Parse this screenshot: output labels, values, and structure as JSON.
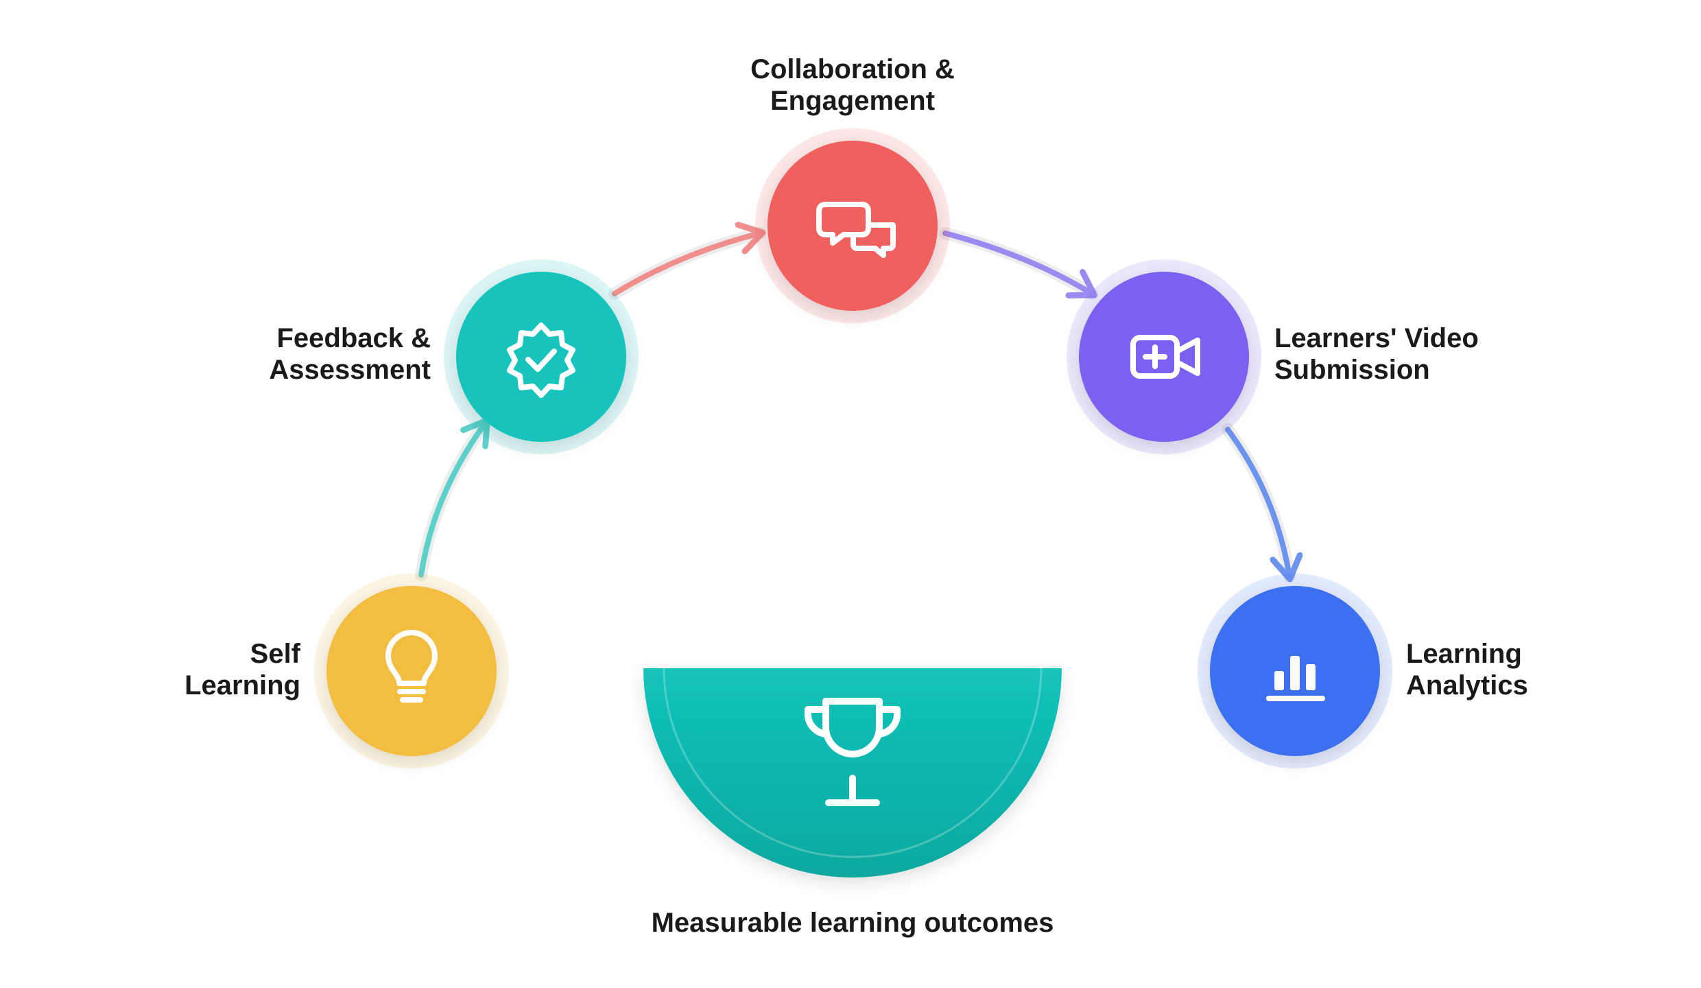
{
  "steps": {
    "self_learning": {
      "line1": "Self",
      "line2": "Learning",
      "color": "#F2BD40",
      "icon": "lightbulb-icon"
    },
    "feedback": {
      "line1": "Feedback &",
      "line2": "Assessment",
      "color": "#12C4BB",
      "icon": "verified-badge-icon"
    },
    "collaboration": {
      "line1": "Collaboration &",
      "line2": "Engagement",
      "color": "#F0605E",
      "icon": "chat-bubbles-icon"
    },
    "video_submission": {
      "line1": "Learners' Video",
      "line2": "Submission",
      "color": "#7B61F0",
      "icon": "video-add-icon"
    },
    "analytics": {
      "line1": "Learning",
      "line2": "Analytics",
      "color": "#3E6FF0",
      "icon": "bar-chart-icon"
    }
  },
  "outcome": {
    "label": "Measurable learning outcomes",
    "color": "#12B8B0",
    "icon": "trophy-icon"
  }
}
